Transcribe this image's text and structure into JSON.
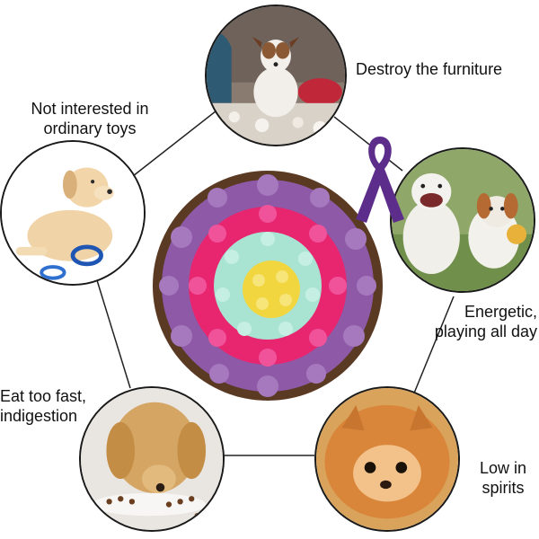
{
  "captions": {
    "furniture": "Destroy the furniture",
    "toys": "Not interested in\nordinary toys",
    "energetic": "Energetic,\nplaying all day",
    "eat": "Eat too fast,\nindigestion",
    "spirits": "Low in\nspirits"
  },
  "colors": {
    "ring_purple": "#8e5aa8",
    "pink": "#e8256f",
    "mint": "#a9e3d2",
    "yellow": "#f1d63f",
    "rim_brown": "#5b3a24",
    "ribbon": "#5c2d8a",
    "outline": "#1a1a1a"
  },
  "photos": [
    {
      "id": "dog-on-sofa",
      "subject": "terrier on couch with torn stuffing"
    },
    {
      "id": "dog-with-ring-toy",
      "subject": "labrador puppy with blue ring toy"
    },
    {
      "id": "dogs-playing",
      "subject": "two dogs playing with ball"
    },
    {
      "id": "dog-eating",
      "subject": "golden retriever eating kibble"
    },
    {
      "id": "sad-pomeranian",
      "subject": "pomeranian resting head"
    }
  ]
}
